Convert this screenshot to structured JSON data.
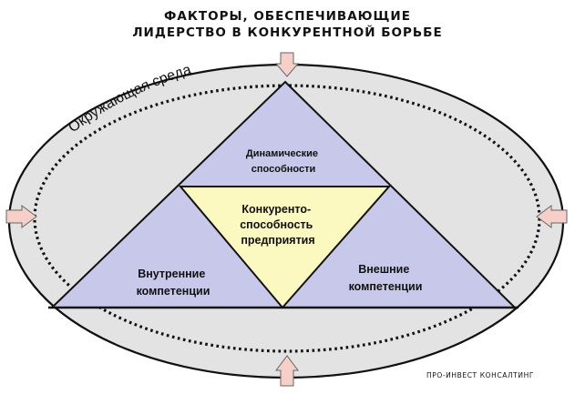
{
  "title": {
    "line1": "ФАКТОРЫ, ОБЕСПЕЧИВАЮЩИЕ",
    "line2": "ЛИДЕРСТВО В КОНКУРЕНТНОЙ БОРЬБЕ"
  },
  "environment": {
    "label": "Окружающая среда"
  },
  "triangle": {
    "top": {
      "line1": "Динамические",
      "line2": "способности"
    },
    "left": {
      "line1": "Внутренние",
      "line2": "компетенции"
    },
    "right": {
      "line1": "Внешние",
      "line2": "компетенции"
    },
    "center": {
      "line1": "Конкуренто-",
      "line2": "способность",
      "line3": "предприятия"
    }
  },
  "credit": "ПРО-ИНВЕСТ КОНСАЛТИНГ",
  "colors": {
    "triangle_fill": "#c8c9ea",
    "center_fill": "#fbf8c0",
    "arrow_fill": "#f6cfc8",
    "ellipse_fill": "#e3e3e3"
  }
}
